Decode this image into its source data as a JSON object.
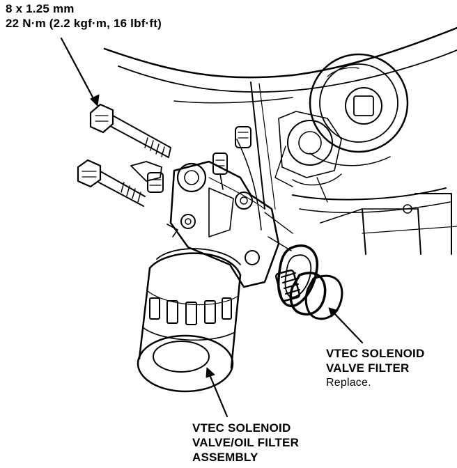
{
  "bolt_callout": {
    "size": "8 x 1.25 mm",
    "torque": "22 N·m (2.2 kgf·m, 16 lbf·ft)"
  },
  "filter_callout": {
    "line1": "VTEC SOLENOID",
    "line2": "VALVE FILTER",
    "note": "Replace."
  },
  "assembly_callout": {
    "line1": "VTEC SOLENOID",
    "line2": "VALVE/OIL FILTER",
    "line3": "ASSEMBLY"
  },
  "colors": {
    "ink": "#000000",
    "paper": "#ffffff"
  }
}
